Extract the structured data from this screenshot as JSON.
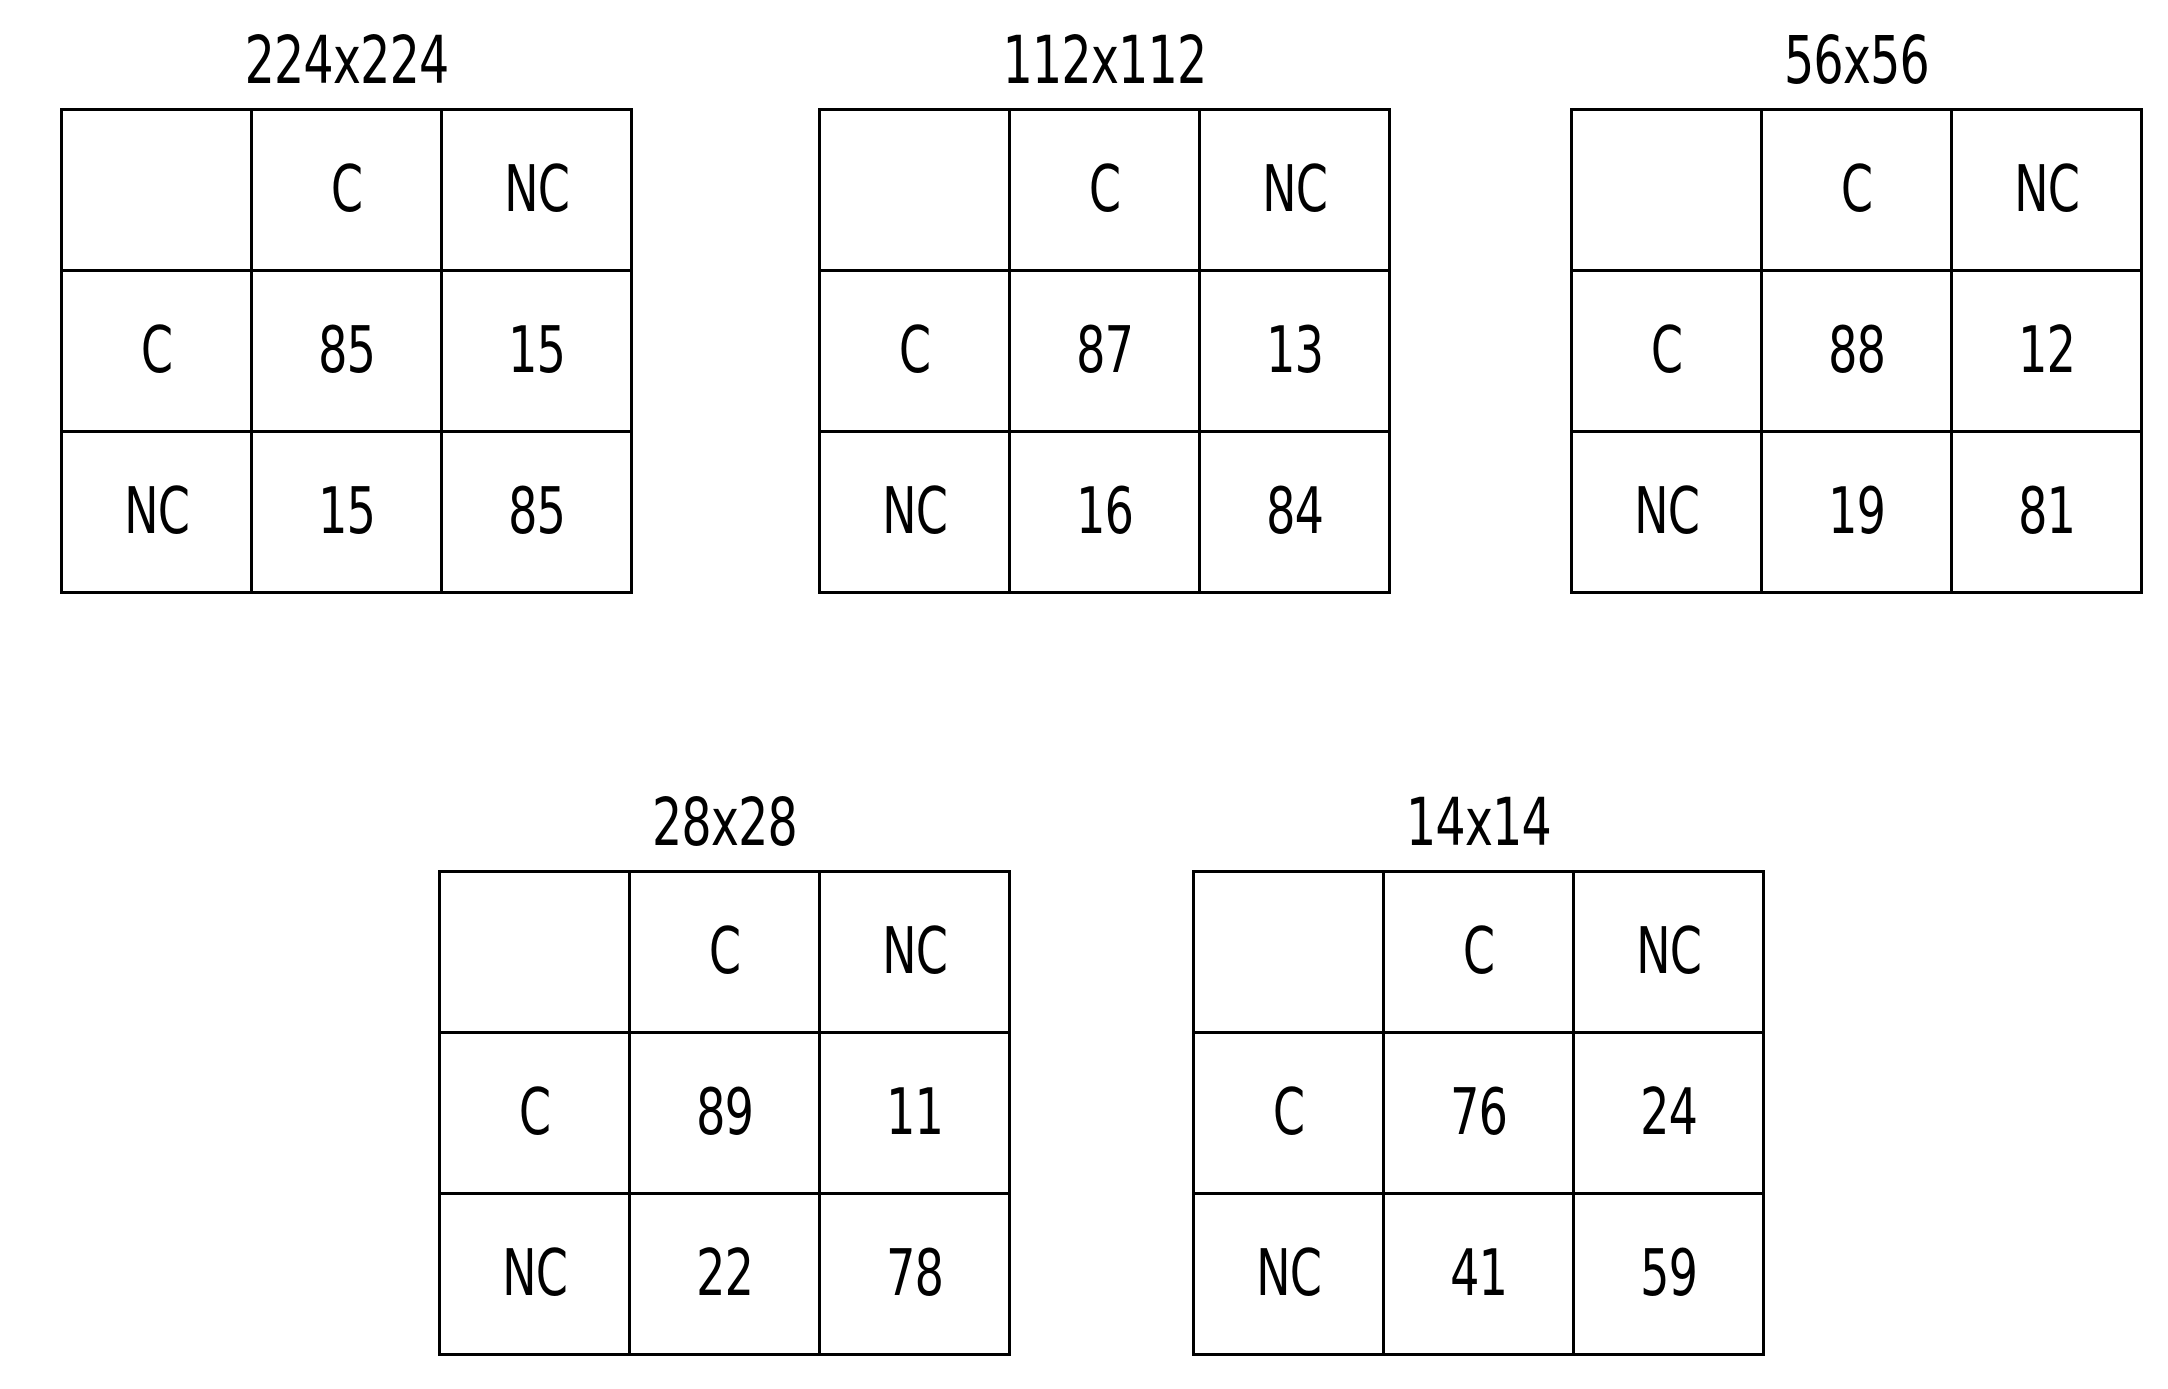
{
  "figure": {
    "background_color": "#ffffff",
    "line_color": "#000000",
    "text_color": "#000000",
    "layout": "5 confusion matrices; 3 in top row, 2 in bottom row"
  },
  "chart_data": {
    "type": "table",
    "title": "",
    "description": "Five 2x2 confusion matrices of classification results at decreasing input resolutions. Rows are true class, columns are predicted class. Classes: C (Cancer/Class C) and NC (Non-Cancer/Non-Class C). Values are percentages.",
    "class_labels": [
      "C",
      "NC"
    ],
    "row_header_labels": [
      "C",
      "NC"
    ],
    "column_header_labels": [
      "C",
      "NC"
    ],
    "corner_cell": "",
    "matrices": [
      {
        "id": "matrix-224",
        "title": "224x224",
        "rows": [
          {
            "label": "C",
            "values": [
              85,
              15
            ]
          },
          {
            "label": "NC",
            "values": [
              15,
              85
            ]
          }
        ]
      },
      {
        "id": "matrix-112",
        "title": "112x112",
        "rows": [
          {
            "label": "C",
            "values": [
              87,
              13
            ]
          },
          {
            "label": "NC",
            "values": [
              16,
              84
            ]
          }
        ]
      },
      {
        "id": "matrix-56",
        "title": "56x56",
        "rows": [
          {
            "label": "C",
            "values": [
              88,
              12
            ]
          },
          {
            "label": "NC",
            "values": [
              19,
              81
            ]
          }
        ]
      },
      {
        "id": "matrix-28",
        "title": "28x28",
        "rows": [
          {
            "label": "C",
            "values": [
              89,
              11
            ]
          },
          {
            "label": "NC",
            "values": [
              22,
              78
            ]
          }
        ]
      },
      {
        "id": "matrix-14",
        "title": "14x14",
        "rows": [
          {
            "label": "C",
            "values": [
              76,
              24
            ]
          },
          {
            "label": "NC",
            "values": [
              41,
              59
            ]
          }
        ]
      }
    ]
  }
}
